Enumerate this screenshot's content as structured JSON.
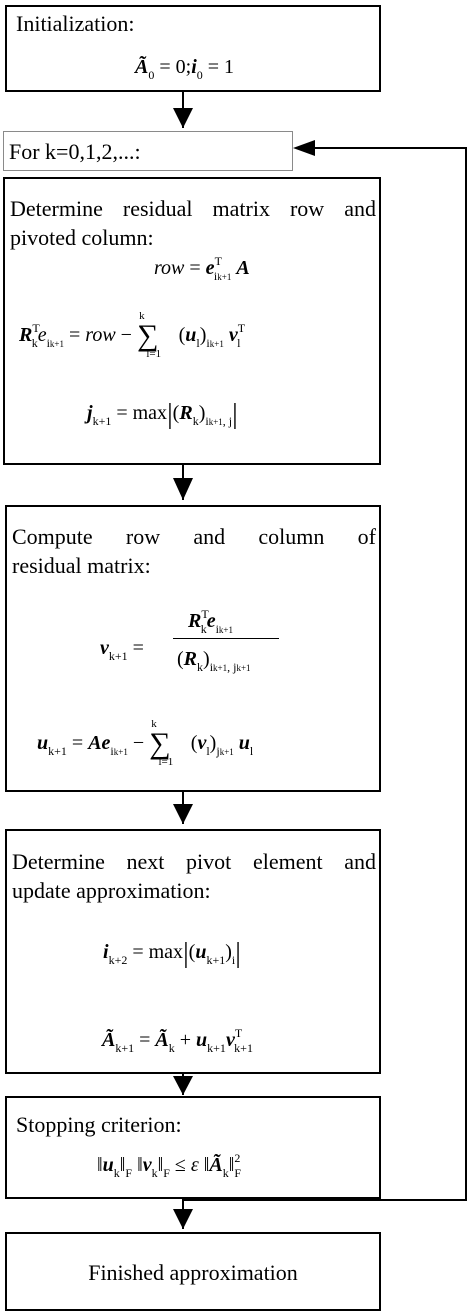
{
  "steps": {
    "init": {
      "title": "Initialization:"
    },
    "loop": {
      "label": "For k=0,1,2,...:"
    },
    "residual": {
      "line1": "Determine residual matrix row and",
      "line2": "pivoted column:"
    },
    "compute": {
      "line1": "Compute row and column of",
      "line2": "residual matrix:"
    },
    "pivot": {
      "line1": "Determine next pivot element and",
      "line2": "update approximation:"
    },
    "stop": {
      "title": "Stopping criterion:"
    },
    "finish": {
      "label": "Finished approximation"
    }
  }
}
